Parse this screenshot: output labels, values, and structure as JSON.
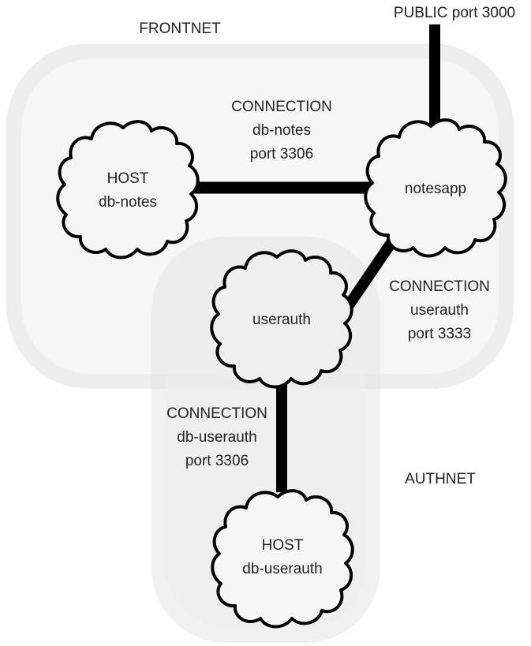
{
  "networks": [
    {
      "id": "frontnet",
      "label": "FRONTNET"
    },
    {
      "id": "authnet",
      "label": "AUTHNET"
    }
  ],
  "public": {
    "label": "PUBLIC port 3000"
  },
  "nodes": [
    {
      "id": "db-notes",
      "lines": [
        "HOST",
        "db-notes"
      ]
    },
    {
      "id": "notesapp",
      "lines": [
        "notesapp"
      ]
    },
    {
      "id": "userauth",
      "lines": [
        "userauth"
      ]
    },
    {
      "id": "db-userauth",
      "lines": [
        "HOST",
        "db-userauth"
      ]
    }
  ],
  "connections": [
    {
      "id": "conn-db-notes",
      "from": "notesapp",
      "to": "db-notes",
      "lines": [
        "CONNECTION",
        "db-notes",
        "port 3306"
      ]
    },
    {
      "id": "conn-userauth",
      "from": "notesapp",
      "to": "userauth",
      "lines": [
        "CONNECTION",
        "userauth",
        "port 3333"
      ]
    },
    {
      "id": "conn-db-userauth",
      "from": "userauth",
      "to": "db-userauth",
      "lines": [
        "CONNECTION",
        "db-userauth",
        "port 3306"
      ]
    }
  ],
  "colors": {
    "network_border": "#eeeeee",
    "network_fill": "#f6f6f6",
    "link": "#000000",
    "text": "#222222"
  }
}
